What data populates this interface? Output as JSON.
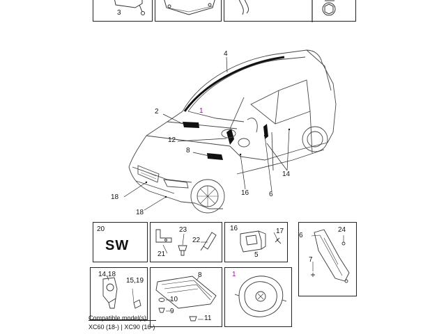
{
  "callouts": {
    "c1": "1",
    "c2": "2",
    "c3": "3",
    "c4": "4",
    "c6": "6",
    "c8": "8",
    "c12": "12",
    "c14": "14",
    "c16": "16",
    "c18a": "18",
    "c18b": "18"
  },
  "panels": {
    "p20": {
      "num": "20",
      "text": "SW"
    },
    "p21": {
      "a": "23",
      "b": "22",
      "c": "21"
    },
    "p16": {
      "a": "16",
      "b": "17",
      "c": "5"
    },
    "p6": {
      "a": "6",
      "b": "24",
      "c": "7"
    },
    "p14": {
      "a": "14,18",
      "b": "15,19"
    },
    "p8": {
      "a": "8",
      "b": "10",
      "c": "9",
      "d": "11"
    },
    "p1": {
      "a": "1"
    }
  },
  "footer": {
    "title": "Compatible model(s):",
    "models": "XC60 (18-) | XC90 (16-)"
  },
  "colors": {
    "magenta": "#b000b0",
    "line": "#222222"
  }
}
